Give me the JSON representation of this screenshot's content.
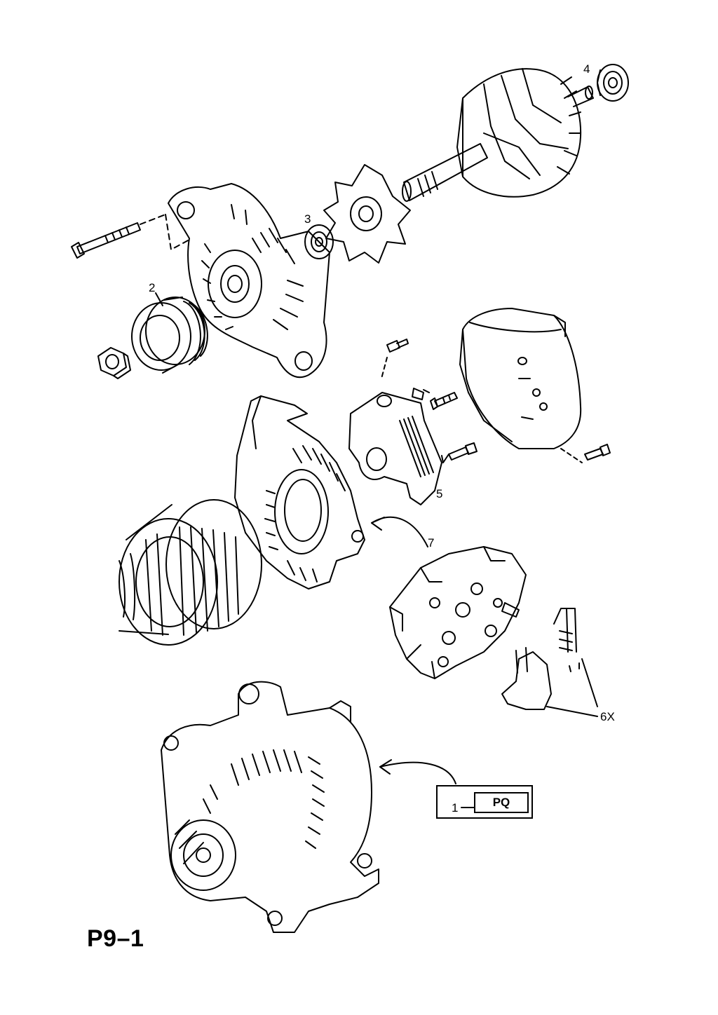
{
  "page": {
    "code": "P9–1"
  },
  "callouts": {
    "c2": "2",
    "c3": "3",
    "c4": "4",
    "c5": "5",
    "c7": "7",
    "c6x": "6X"
  },
  "reference_box": {
    "number": "1",
    "code": "PQ"
  }
}
